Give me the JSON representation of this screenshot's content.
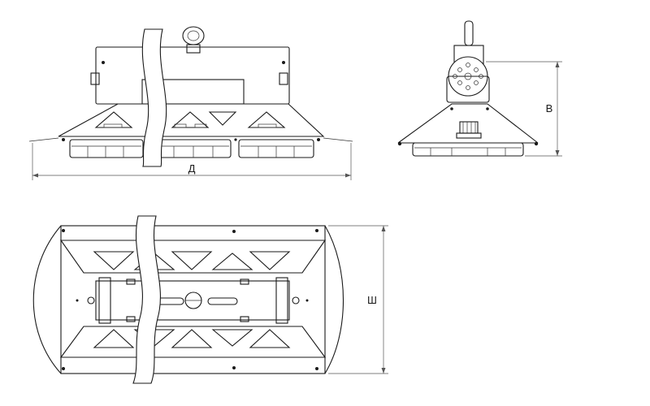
{
  "dimensions": {
    "length_label": "Д",
    "height_label": "В",
    "width_label": "Ш"
  },
  "colors": {
    "line": "#1a1a1a",
    "background": "#ffffff"
  }
}
